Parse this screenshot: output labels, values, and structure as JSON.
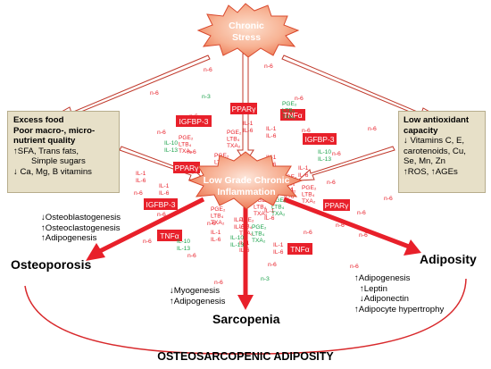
{
  "chronic_stress": "Chronic\nStress",
  "central_node": "Low Grade Chronic\nInflammation",
  "excess_food_box": {
    "lines": [
      "Excess food",
      "Poor macro-, micro-",
      "nutrient quality",
      "↑SFA, Trans fats,",
      "Simple sugars",
      "↓ Ca, Mg, B vitamins"
    ]
  },
  "antioxidant_box": {
    "lines": [
      "Low antioxidant",
      "capacity",
      "↓ Vitamins C, E,",
      "carotenoids, Cu,",
      "Se, Mn, Zn",
      "↑ROS, ↑AGEs"
    ]
  },
  "osteoporosis": {
    "label": "Osteoporosis",
    "effects": [
      "↓Osteoblastogenesis",
      "↑Osteoclastogenesis",
      "↑Adipogenesis"
    ]
  },
  "sarcopenia": {
    "label": "Sarcopenia",
    "effects": [
      "↓Myogenesis",
      "↑Adipogenesis"
    ]
  },
  "adiposity": {
    "label": "Adiposity",
    "effects": [
      "↑Adipogenesis",
      "↑Leptin",
      "↓Adiponectin",
      "↑Adipocyte hypertrophy"
    ]
  },
  "footer_title": "OSTEOSARCOPENIC ADIPOSITY",
  "markers": {
    "n6": "n-6",
    "n3": "n-3",
    "igfbp3": "IGFBP-3",
    "ppary": "PPARγ",
    "tnfa": "TNFα",
    "il1_il6": [
      "IL-1",
      "IL-6"
    ],
    "il10_il13": [
      "IL-10",
      "IL-13"
    ],
    "pge_ltb_txa": [
      "PGE₂",
      "LTB₄",
      "TXA₂"
    ]
  },
  "colors": {
    "omega6_red": "#e8202a",
    "anti_green": "#1aa14a",
    "box_fill": "#e7e0c8",
    "burst_fill": "#f4a07a"
  }
}
